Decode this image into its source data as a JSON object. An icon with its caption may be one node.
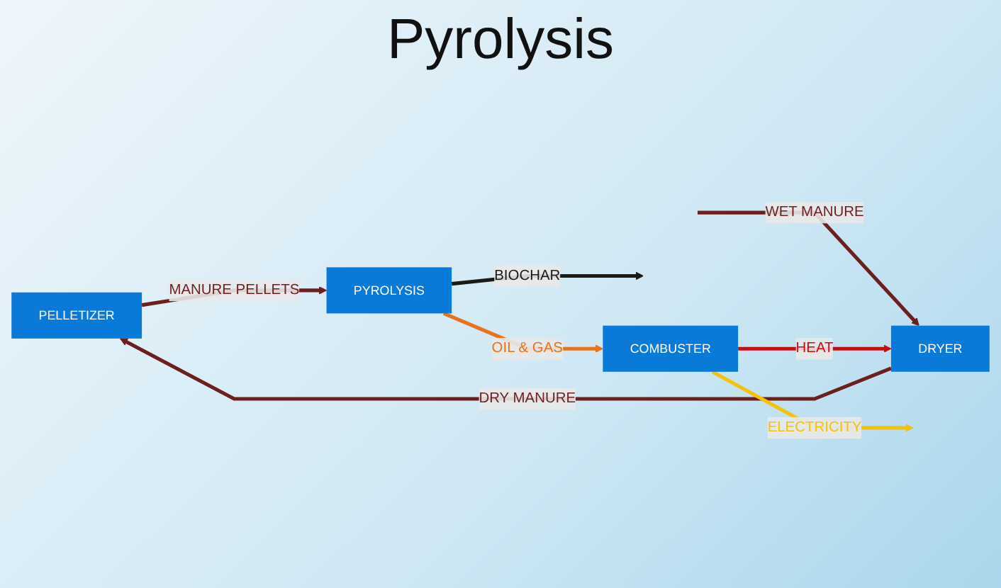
{
  "diagram": {
    "title": "Pyrolysis",
    "nodes": [
      {
        "text": [
          "PELLETIZER"
        ]
      },
      {
        "text": [
          "PYROLYSIS"
        ]
      },
      {
        "text": [
          "DRYER"
        ]
      },
      {
        "text": [
          "COMBUSTER"
        ]
      }
    ],
    "edges": [
      {
        "from": 2,
        "to": 0,
        "arrow": "to",
        "label": "DRY MANURE",
        "color": "#6b1f1f"
      },
      {
        "from": 0,
        "to": 1,
        "arrow": "to",
        "label": "MANURE PELLETS",
        "color": "#6b1f1f"
      },
      {
        "from": 1,
        "to": null,
        "arrow": "to",
        "label": "BIOCHAR",
        "color": "#1c1a17"
      },
      {
        "from": 1,
        "to": 3,
        "arrow": "to",
        "label": "OIL & GAS",
        "color": "#e8731a"
      },
      {
        "from": null,
        "to": 2,
        "arrow": "to",
        "label": "WET MANURE",
        "color": "#6b1f1f"
      },
      {
        "from": 3,
        "to": 2,
        "arrow": "to",
        "label": "HEAT",
        "color": "#c40f0f"
      },
      {
        "from": 3,
        "to": null,
        "arrow": "to",
        "label": "ELECTRICITY",
        "color": "#f5c20a"
      }
    ]
  }
}
